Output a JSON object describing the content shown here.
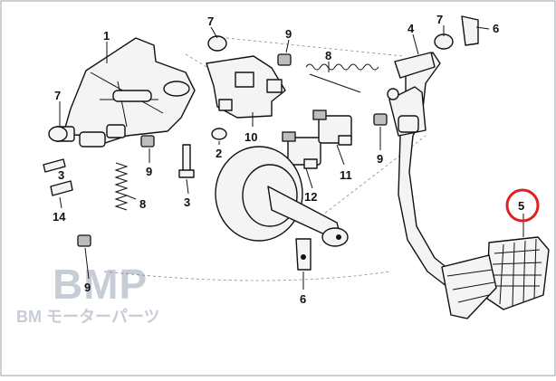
{
  "diagram": {
    "callouts": {
      "c1": "1",
      "c2": "2",
      "c3a": "3",
      "c3b": "3",
      "c4": "4",
      "c5": "5",
      "c6a": "6",
      "c6b": "6",
      "c7a": "7",
      "c7b": "7",
      "c7c": "7",
      "c8a": "8",
      "c8b": "8",
      "c9a": "9",
      "c9b": "9",
      "c9c": "9",
      "c9d": "9",
      "c10": "10",
      "c11": "11",
      "c12": "12",
      "c14": "14"
    },
    "highlight_color": "#e02020"
  },
  "watermark": {
    "logo": "BMP",
    "caption": "BM モーターパーツ"
  }
}
